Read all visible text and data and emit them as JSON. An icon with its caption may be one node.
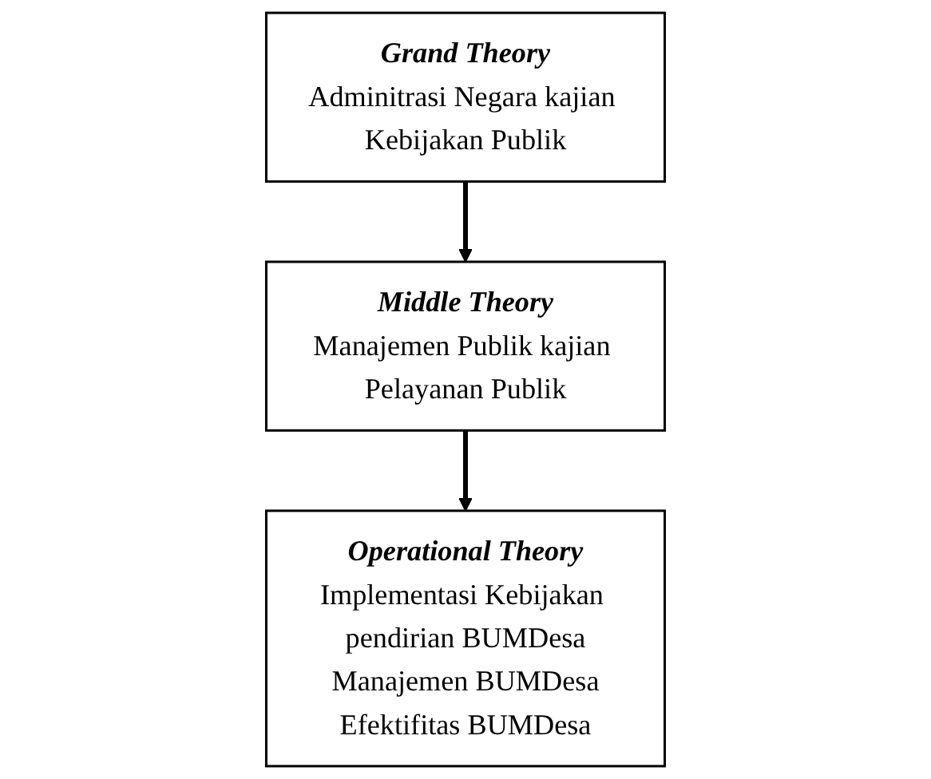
{
  "diagram": {
    "nodes": [
      {
        "text": [
          "Grand Theory",
          "Adminitrasi Negara kajian Kebijakan Publik"
        ]
      },
      {
        "text": [
          "Middle Theory",
          "Manajemen Publik kajian Pelayanan Publik"
        ]
      },
      {
        "text": [
          "Operational Theory",
          "Implementasi Kebijakan pendirian BUMDesa",
          "Manajemen BUMDesa",
          "Efektifitas BUMDesa"
        ]
      }
    ],
    "edges": [
      {
        "from": 0,
        "to": 1,
        "arrow": "to"
      },
      {
        "from": 1,
        "to": 2,
        "arrow": "to"
      }
    ]
  }
}
